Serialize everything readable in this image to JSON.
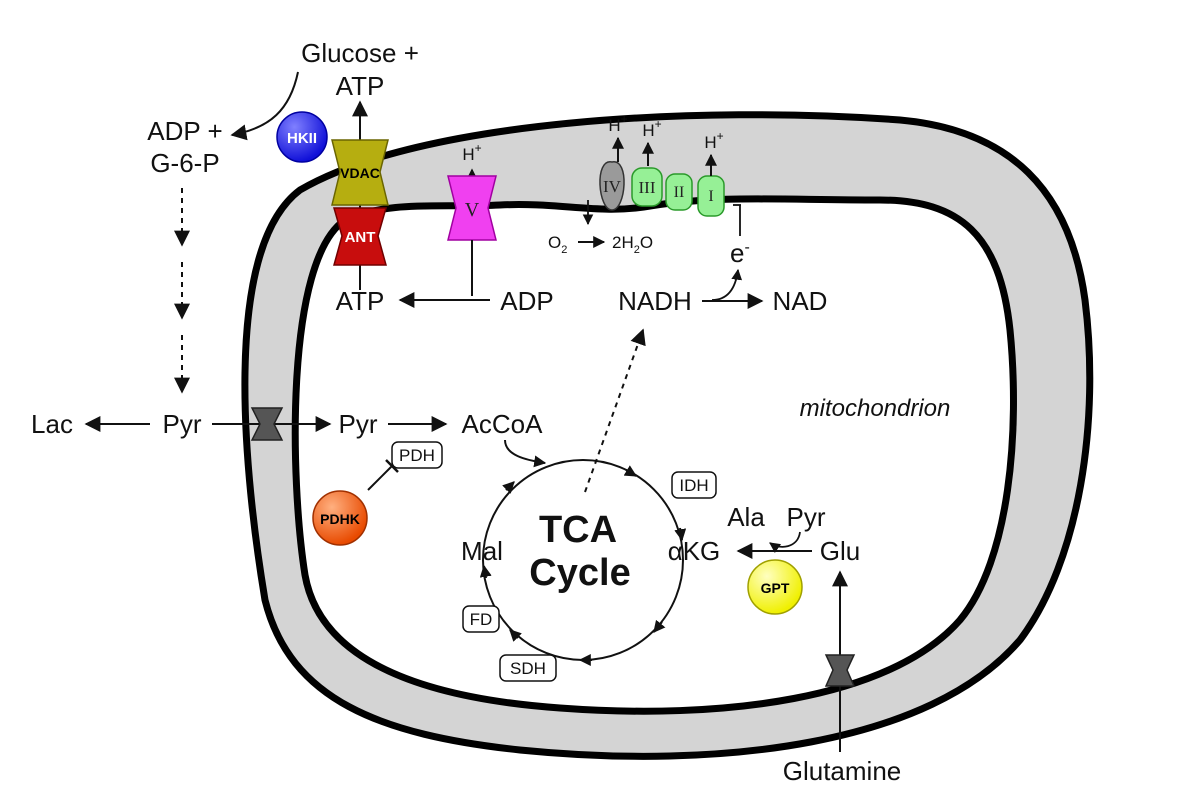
{
  "labels": {
    "glucose": "Glucose +",
    "atp_top": "ATP",
    "adp_plus": "ADP +",
    "g6p": "G-6-P",
    "h_plus_v": "H",
    "h_plus_iv": "H",
    "h_plus_iii": "H",
    "h_plus_i": "H",
    "plus_sign": "+",
    "o2": "O",
    "o2_sub": "2",
    "water": "2H",
    "water_sub": "2",
    "water_o": "O",
    "e_minus": "e",
    "minus_sign": "-",
    "atp_inner": "ATP",
    "adp_inner": "ADP",
    "nadh": "NADH",
    "nad": "NAD",
    "lac": "Lac",
    "pyr_cyto": "Pyr",
    "pyr_mito": "Pyr",
    "accoa": "AcCoA",
    "mitochondrion": "mitochondrion",
    "tca_line1": "TCA",
    "tca_line2": "Cycle",
    "mal": "Mal",
    "akg": "αKG",
    "ala": "Ala",
    "pyr_gpt": "Pyr",
    "glu": "Glu",
    "glutamine": "Glutamine"
  },
  "enzymes": {
    "pdh": "PDH",
    "idh": "IDH",
    "fd": "FD",
    "sdh": "SDH"
  },
  "proteins": {
    "hkii": "HKII",
    "vdac": "VDAC",
    "ant": "ANT",
    "v_atpase": "V",
    "complex_iv": "IV",
    "complex_iii": "III",
    "complex_ii": "II",
    "complex_i": "I",
    "pdhk": "PDHK",
    "gpt": "GPT"
  },
  "colors": {
    "membrane_fill": "#d4d4d4",
    "hkii": "#1010d8",
    "vdac": "#b6ae10",
    "ant": "#c80d0d",
    "v_atpase": "#f040f0",
    "complex_iv": "#9a9a9a",
    "complex_i_iii": "#96f096",
    "pdhk": "#f05a0a",
    "gpt": "#f0f00a",
    "transporter": "#555555"
  }
}
